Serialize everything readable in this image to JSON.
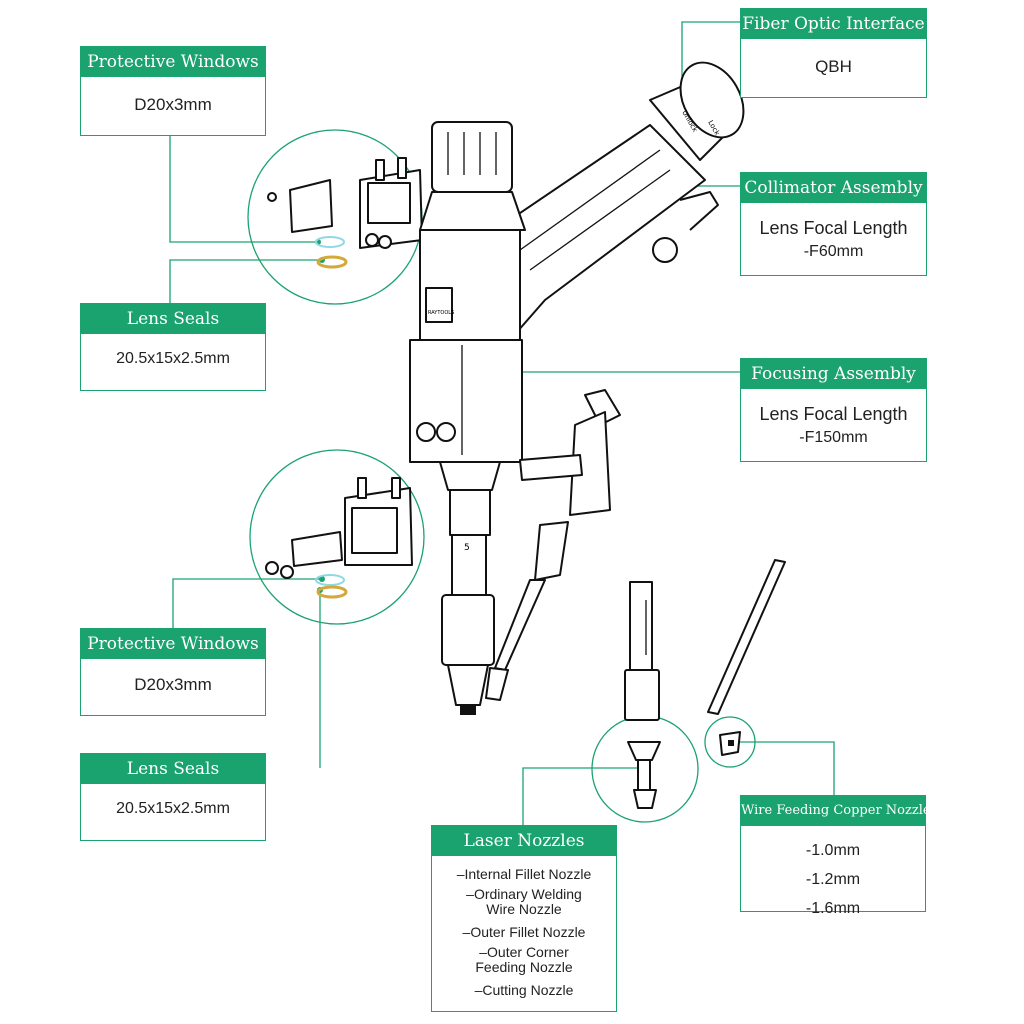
{
  "colors": {
    "accent": "#1aa36f",
    "ink": "#111111"
  },
  "cards": {
    "fiber": {
      "title": "Fiber Optic Interface",
      "lines": [
        "QBH"
      ]
    },
    "protective_top": {
      "title": "Protective Windows",
      "lines": [
        "D20x3mm"
      ]
    },
    "collimator": {
      "title": "Collimator Assembly",
      "lines": [
        "Lens Focal Length",
        "-F60mm"
      ]
    },
    "lens_seals_top": {
      "title": "Lens Seals",
      "lines": [
        "20.5x15x2.5mm"
      ]
    },
    "focusing": {
      "title": "Focusing Assembly",
      "lines": [
        "Lens Focal Length",
        "-F150mm"
      ]
    },
    "protective_bottom": {
      "title": "Protective Windows",
      "lines": [
        "D20x3mm"
      ]
    },
    "lens_seals_bottom": {
      "title": "Lens Seals",
      "lines": [
        "20.5x15x2.5mm"
      ]
    },
    "wire_nozzle": {
      "title": "Wire Feeding Copper Nozzle",
      "lines": [
        "-1.0mm",
        "-1.2mm",
        "-1.6mm"
      ]
    },
    "laser_nozzles": {
      "title": "Laser Nozzles",
      "lines": [
        "–Internal Fillet Nozzle",
        "–Ordinary Welding",
        "Wire Nozzle",
        "–Outer Fillet Nozzle",
        "–Outer Corner",
        "Feeding Nozzle",
        "–Cutting Nozzle"
      ]
    }
  },
  "device": {
    "knob_labels": [
      "Unlock",
      "Lock"
    ],
    "scale_digit": "5",
    "logo_text": "RAYTOOLS"
  }
}
